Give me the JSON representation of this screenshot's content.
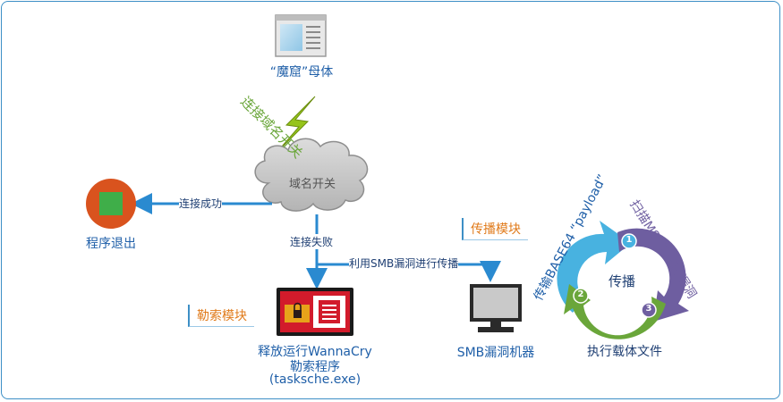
{
  "nodes": {
    "mother": "“魔窟”母体",
    "domain_switch": "域名开关",
    "exit": "程序退出",
    "ransom": "释放运行WannaCry",
    "ransom_line2": "勒索程序",
    "ransom_line3": "(tasksche.exe)",
    "smb_machine": "SMB漏洞机器",
    "execute": "执行载体文件",
    "propagate": "传播"
  },
  "edges": {
    "connect_switch": "连接域名开关",
    "connect_success": "连接成功",
    "connect_fail": "连接失败",
    "use_smb": "利用SMB漏洞进行传播"
  },
  "modules": {
    "propagation": "传播模块",
    "ransom": "勒索模块"
  },
  "cycle": {
    "scan": "扫描MS17-010漏洞",
    "transfer": "传输BASE64 “payload”",
    "steps": [
      "1",
      "2",
      "3"
    ]
  },
  "colors": {
    "frame": "#3d8fc6",
    "arrow": "#2a8ad0",
    "cloud": "#c6c6c6",
    "exit_circle": "#d9531e",
    "exit_square": "#3fae49",
    "ransom_red": "#d21b2b",
    "cycle_purple": "#6e5ea0",
    "cycle_green": "#6aa63a",
    "cycle_blue": "#48b2e0",
    "lightning": "#95c41a",
    "module_text": "#e07a1a",
    "label_blue": "#1f5fa8"
  }
}
